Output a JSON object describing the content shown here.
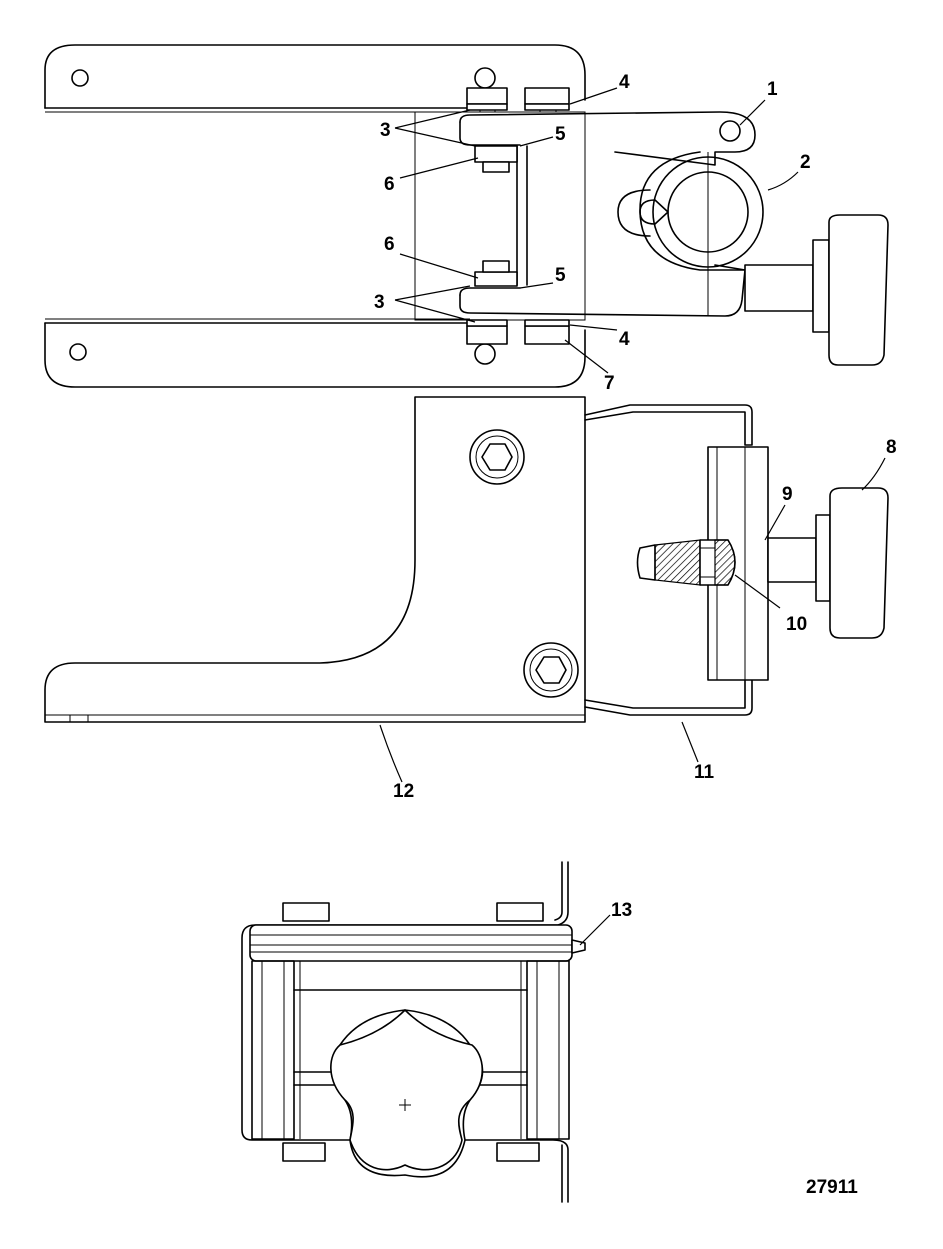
{
  "diagram": {
    "figure_number": "27911",
    "callouts": [
      "1",
      "2",
      "3",
      "4",
      "5",
      "6",
      "7",
      "8",
      "9",
      "10",
      "11",
      "12",
      "13"
    ]
  }
}
